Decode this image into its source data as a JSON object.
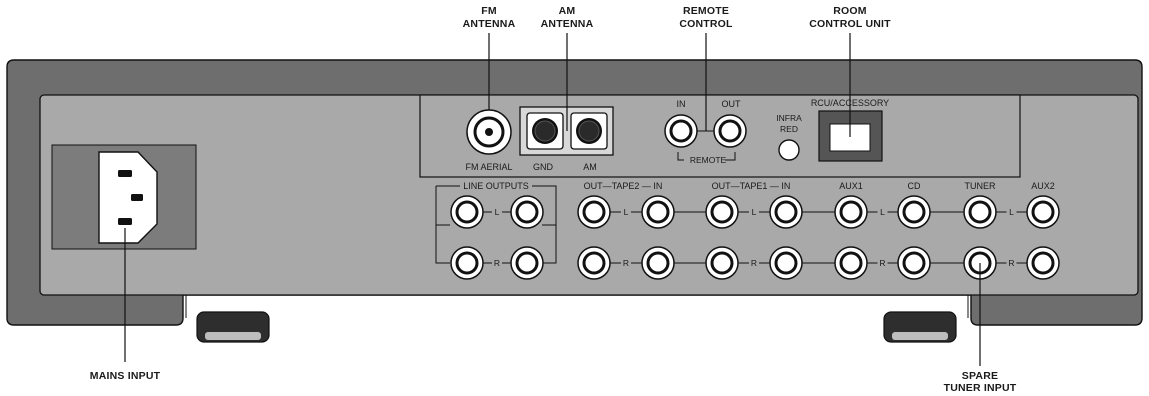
{
  "callouts": {
    "fm_antenna": [
      "FM",
      "ANTENNA"
    ],
    "am_antenna": [
      "AM",
      "ANTENNA"
    ],
    "remote_control": [
      "REMOTE",
      "CONTROL"
    ],
    "room_control_unit": [
      "ROOM",
      "CONTROL UNIT"
    ],
    "mains_input": "MAINS INPUT",
    "spare_tuner_input": [
      "SPARE",
      "TUNER INPUT"
    ]
  },
  "panel_labels": {
    "fm_aerial": "FM   AERIAL",
    "gnd": "GND",
    "am": "AM",
    "remote_in": "IN",
    "remote_out": "OUT",
    "remote_group": "REMOTE",
    "infra_red": [
      "INFRA",
      "RED"
    ],
    "rcu_accessory": "RCU/ACCESSORY",
    "line_outputs": "LINE OUTPUTS",
    "tape2": "OUT—TAPE2 — IN",
    "tape1": "OUT—TAPE1 — IN",
    "aux1": "AUX1",
    "cd": "CD",
    "tuner": "TUNER",
    "aux2": "AUX2",
    "left": "L",
    "right": "R"
  },
  "colors": {
    "chassis": "#6e6e6e",
    "panel": "#a9a9a9",
    "feet": "#2e2e2e",
    "socket_fill": "#ffffff",
    "outline": "#111111"
  }
}
